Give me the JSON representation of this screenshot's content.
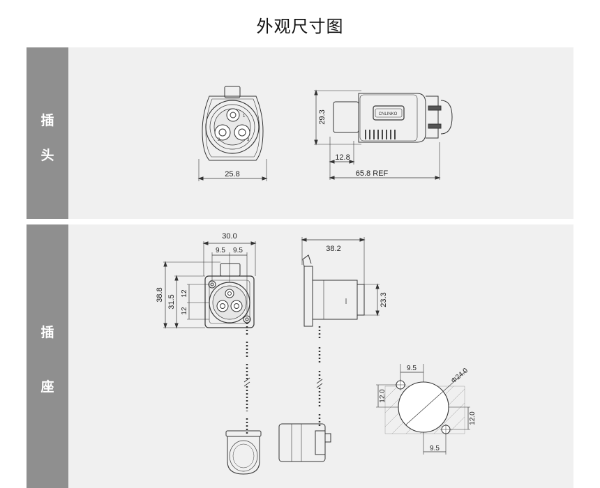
{
  "page_title": "外观尺寸图",
  "plug": {
    "label_1": "插",
    "label_2": "头",
    "front_view": {
      "width": "25.8",
      "pin_1": "1",
      "pin_2": "2",
      "pin_3": "3"
    },
    "side_view": {
      "height": "29.3",
      "front_length": "12.8",
      "total_length": "65.8 REF",
      "brand": "CNLINKO"
    }
  },
  "socket": {
    "label_1": "插",
    "label_2": "座",
    "front_view": {
      "width": "30.0",
      "pitch_left": "9.5",
      "pitch_right": "9.5",
      "height_outer": "38.8",
      "height_mid": "31.5",
      "half_upper": "12",
      "half_lower": "12"
    },
    "side_view": {
      "depth": "38.2",
      "height": "23.3"
    },
    "panel_cutout": {
      "pitch_top": "9.5",
      "pitch_bottom": "9.5",
      "offset_left": "12.0",
      "offset_right": "12.0",
      "diameter": "Φ24.0"
    }
  },
  "colors": {
    "tab": "#8f8f8f",
    "band": "#f0f0f0",
    "line": "#333333"
  }
}
